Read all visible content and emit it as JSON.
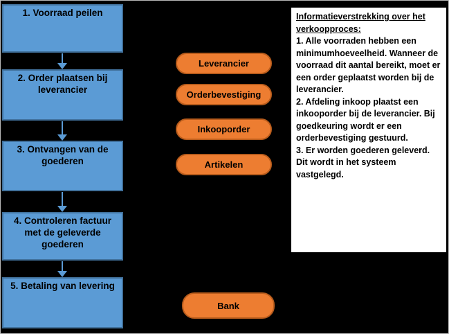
{
  "diagram": {
    "process_steps": [
      {
        "label": "1. Voorraad peilen"
      },
      {
        "label": "2. Order plaatsen bij leverancier"
      },
      {
        "label": "3. Ontvangen van de goederen"
      },
      {
        "label": "4. Controleren factuur met de geleverde goederen"
      },
      {
        "label": "5. Betaling van levering"
      }
    ],
    "documents": [
      {
        "label": "Leverancier"
      },
      {
        "label": "Orderbevestiging"
      },
      {
        "label": "Inkooporder"
      },
      {
        "label": "Artikelen"
      },
      {
        "label": "Bank"
      }
    ],
    "info_panel": {
      "title": "Informatieverstrekking over het verkoopproces:",
      "paragraphs": [
        "1. Alle voorraden hebben een minimumhoeveelheid. Wanneer de voorraad dit aantal bereikt, moet er een order geplaatst worden bij de leverancier.",
        "2. Afdeling inkoop plaatst een inkooporder bij de leverancier. Bij goedkeuring wordt er een orderbevestiging gestuurd.",
        "3. Er worden goederen geleverd. Dit wordt in het systeem vastgelegd."
      ]
    },
    "colors": {
      "background": "#000000",
      "step_fill": "#5b9bd5",
      "step_border": "#41719c",
      "pill_fill": "#ed7d31",
      "pill_border": "#b85c1c",
      "arrow": "#5b9bd5",
      "panel_bg": "#ffffff",
      "panel_border": "#000000"
    }
  }
}
